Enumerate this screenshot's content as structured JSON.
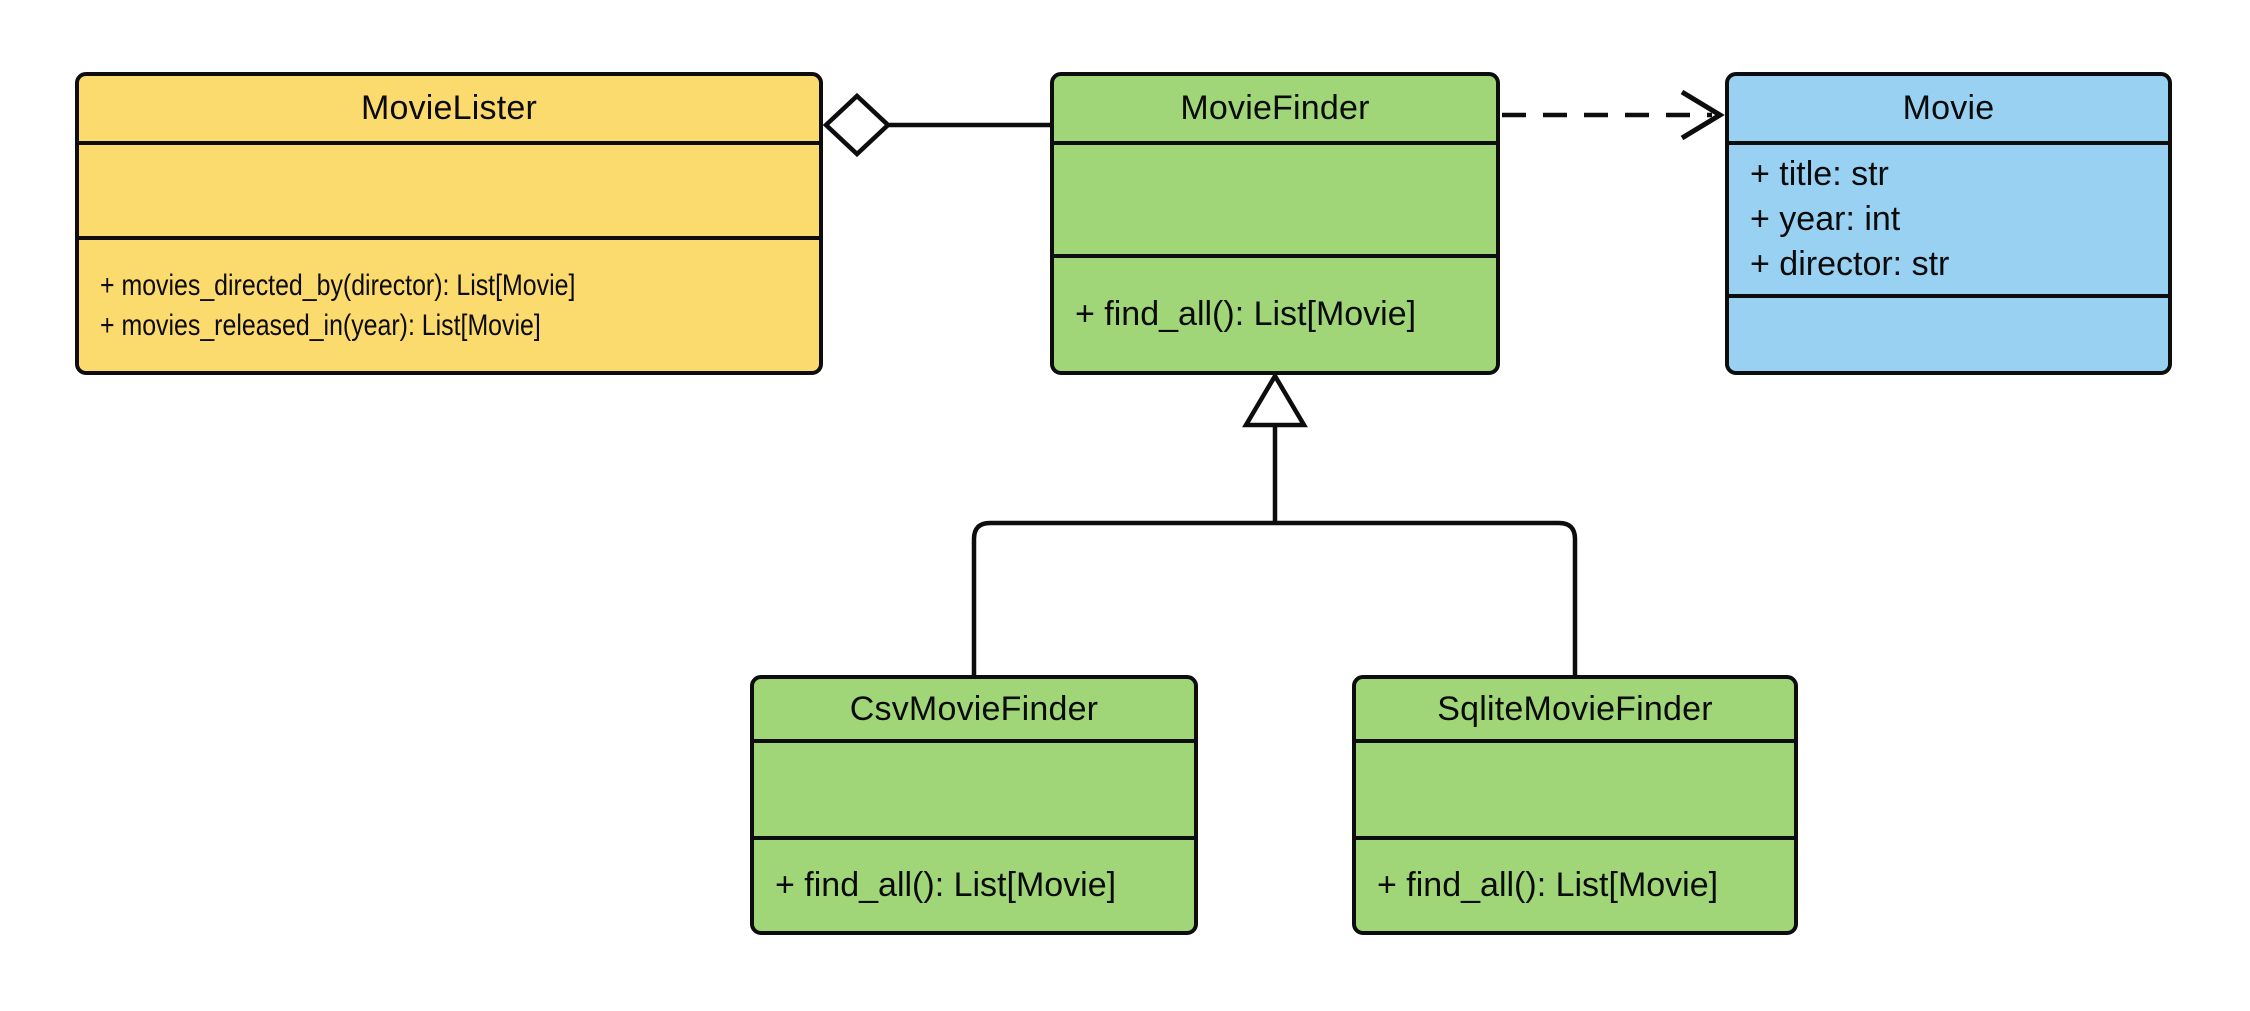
{
  "diagram": {
    "type": "uml-class-diagram",
    "background": "#ffffff",
    "stroke_color": "#0d0d0d",
    "classes": [
      {
        "name": "MovieLister",
        "fill": "#fcdb6e",
        "attributes": [],
        "methods": [
          "+ movies_directed_by(director): List[Movie]",
          "+ movies_released_in(year): List[Movie]"
        ]
      },
      {
        "name": "MovieFinder",
        "fill": "#a0d678",
        "attributes": [],
        "methods": [
          "+ find_all(): List[Movie]"
        ]
      },
      {
        "name": "Movie",
        "fill": "#99d1f2",
        "attributes": [
          "+ title: str",
          "+ year: int",
          "+ director: str"
        ],
        "methods": []
      },
      {
        "name": "CsvMovieFinder",
        "fill": "#a0d678",
        "attributes": [],
        "methods": [
          "+ find_all(): List[Movie]"
        ]
      },
      {
        "name": "SqliteMovieFinder",
        "fill": "#a0d678",
        "attributes": [],
        "methods": [
          "+ find_all(): List[Movie]"
        ]
      }
    ],
    "relationships": [
      {
        "type": "aggregation",
        "from": "MovieLister",
        "to": "MovieFinder",
        "marker": "hollow-diamond"
      },
      {
        "type": "dependency",
        "from": "MovieFinder",
        "to": "Movie",
        "marker": "open-arrow",
        "line": "dashed"
      },
      {
        "type": "inheritance",
        "from": "CsvMovieFinder",
        "to": "MovieFinder",
        "marker": "hollow-triangle"
      },
      {
        "type": "inheritance",
        "from": "SqliteMovieFinder",
        "to": "MovieFinder",
        "marker": "hollow-triangle"
      }
    ]
  }
}
